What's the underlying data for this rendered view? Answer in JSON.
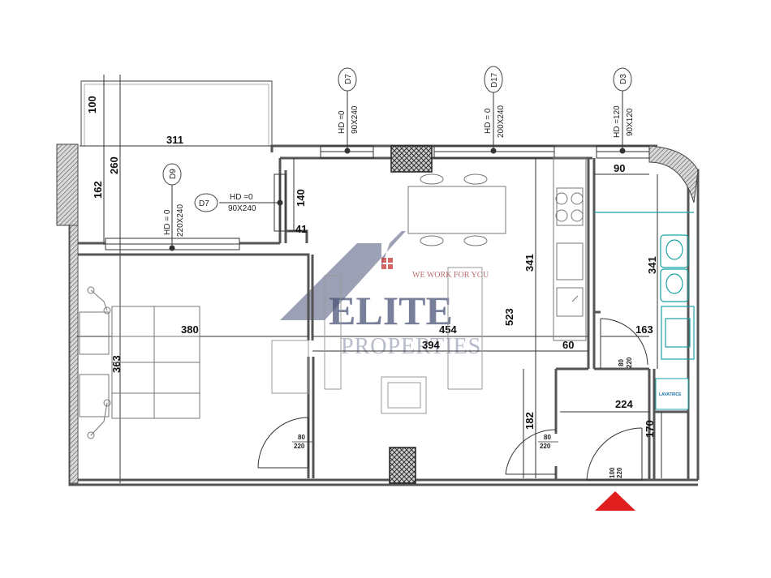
{
  "dimensions": {
    "balcony_depth": "100",
    "balcony_width": "311",
    "balcony_height": "260",
    "balcony_left": "162",
    "hall_140": "140",
    "hall_41": "41",
    "living_width": "380",
    "living_height": "363",
    "kitchen_width": "454",
    "kitchen_inner": "394",
    "kitchen_height": "523",
    "kitchen_341": "341",
    "kitchen_60": "60",
    "entry_182": "182",
    "bath_90": "90",
    "bath_341": "341",
    "bath_163": "163",
    "hall_224": "224",
    "hall_170": "170"
  },
  "openings": {
    "d7_top_tag": "D7",
    "d7_top_text": "HD =0",
    "d7_top_size": "90X240",
    "d17_tag": "D17",
    "d17_text": "HD = 0",
    "d17_size": "200X240",
    "d3_tag": "D3",
    "d3_text": "HD =120",
    "d3_size": "90X120",
    "d9_tag": "D9",
    "d9_text": "HD = 0",
    "d9_size": "220X240",
    "d7_left_tag": "D7",
    "d7_left_text": "HD =0",
    "d7_left_size": "90X240"
  },
  "doors": {
    "door1_width": "80",
    "door1_height": "220",
    "door2_width": "80",
    "door2_height": "220",
    "door3_width": "80",
    "door3_height": "220",
    "entry_width": "100",
    "entry_height": "220"
  },
  "appliance_label": "LAVATRICE",
  "watermark": {
    "name": "ELITE",
    "sub": "PROPERTIES",
    "tagline": "WE WORK FOR YOU"
  },
  "colors": {
    "wall": "#555555",
    "column_hatch": "#333333",
    "fixture_teal": "#1aa3a3",
    "entry_arrow": "#e01e1e",
    "watermark_logo_red": "#c94040"
  }
}
